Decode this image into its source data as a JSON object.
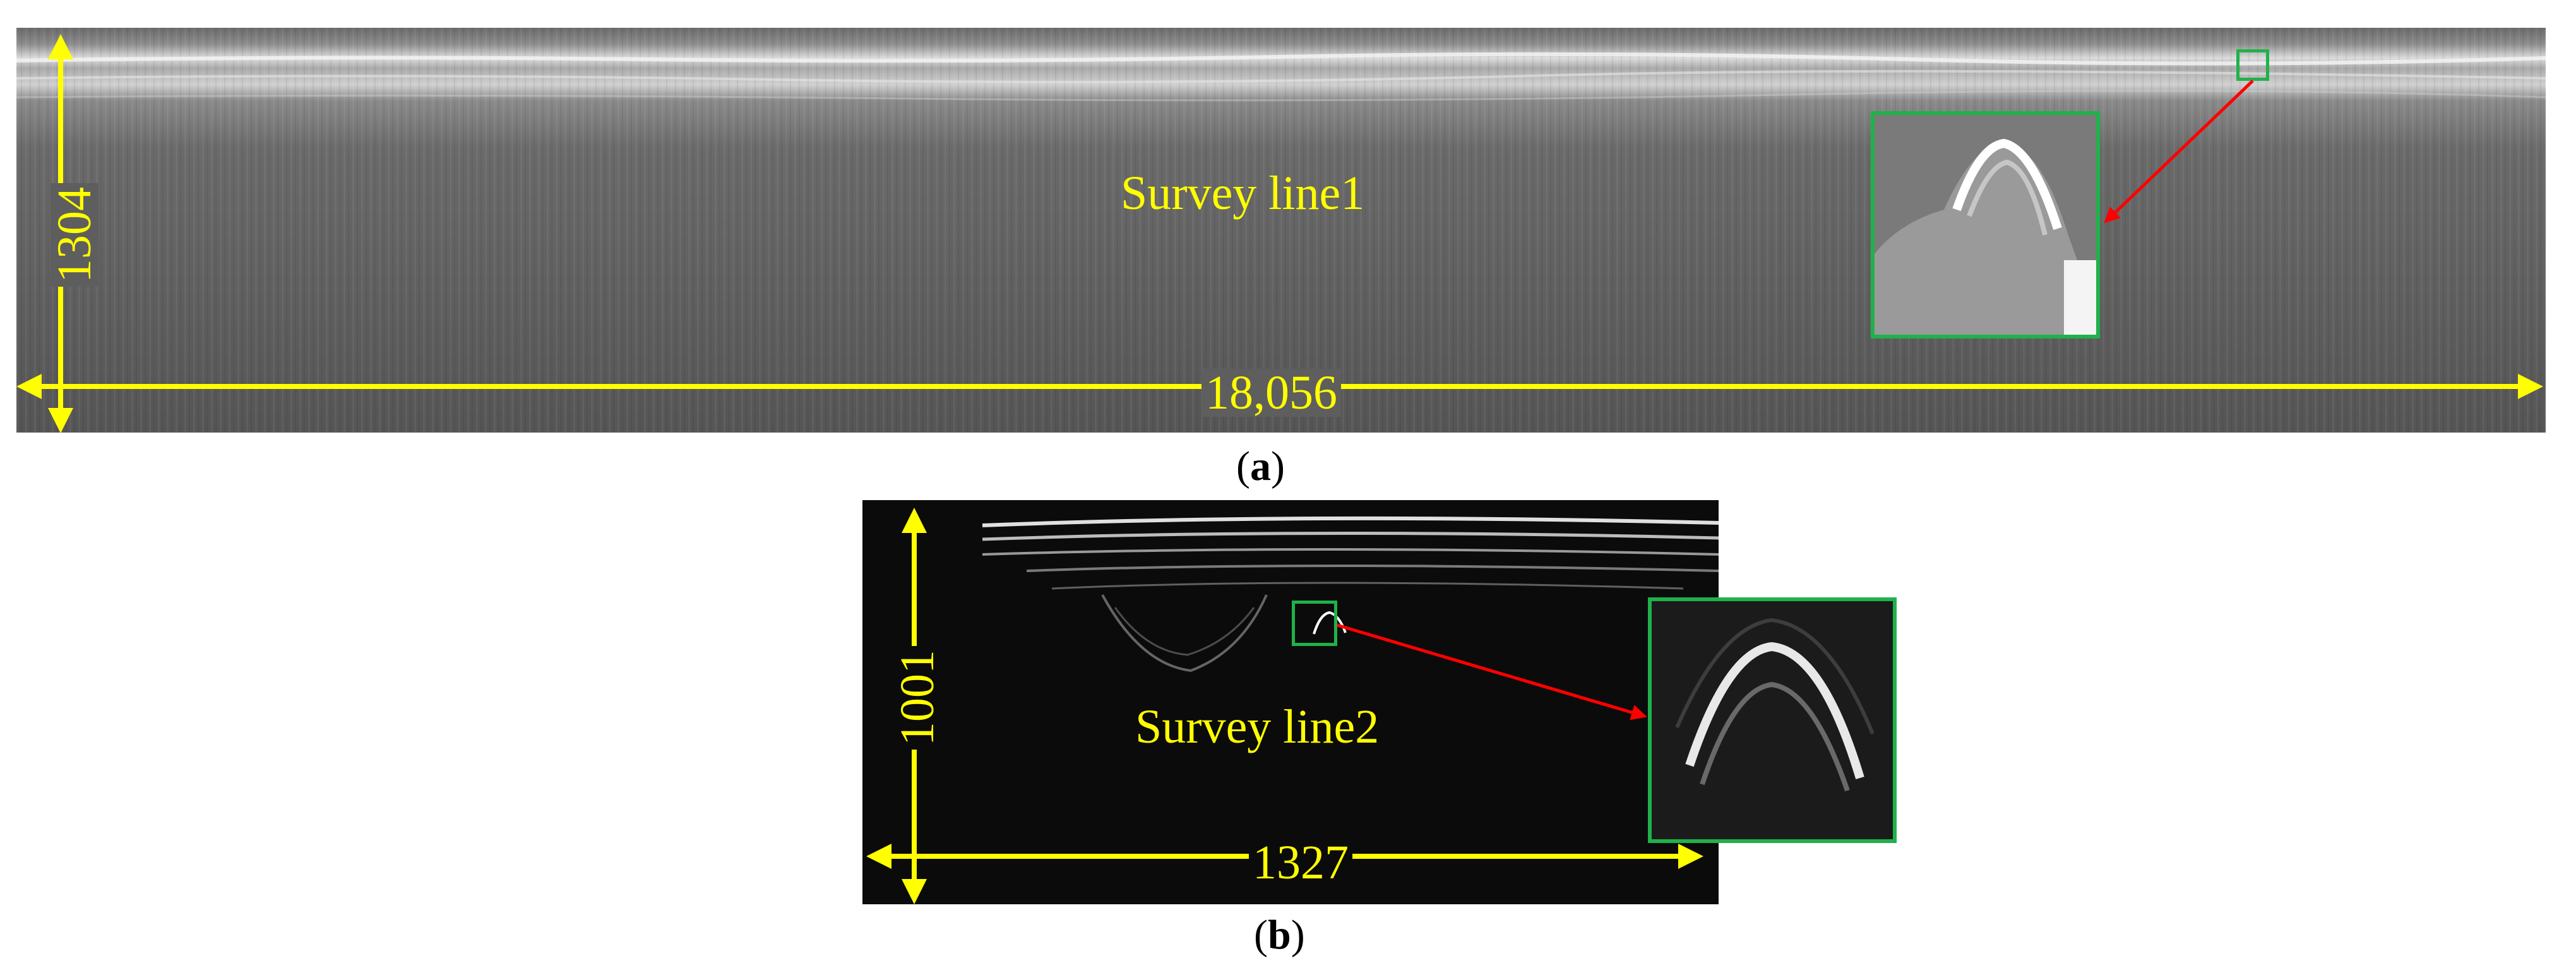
{
  "panel_a": {
    "survey_label": "Survey line1",
    "width_label": "18,056",
    "height_label": "1304",
    "caption_open": "(",
    "caption_letter": "a",
    "caption_close": ")"
  },
  "panel_b": {
    "survey_label": "Survey line2",
    "width_label": "1327",
    "height_label": "1001",
    "caption_open": "(",
    "caption_letter": "b",
    "caption_close": ")"
  },
  "colors": {
    "annotation": "#ffff00",
    "roi_box": "#1fb24a",
    "arrow": "#ff0000"
  }
}
